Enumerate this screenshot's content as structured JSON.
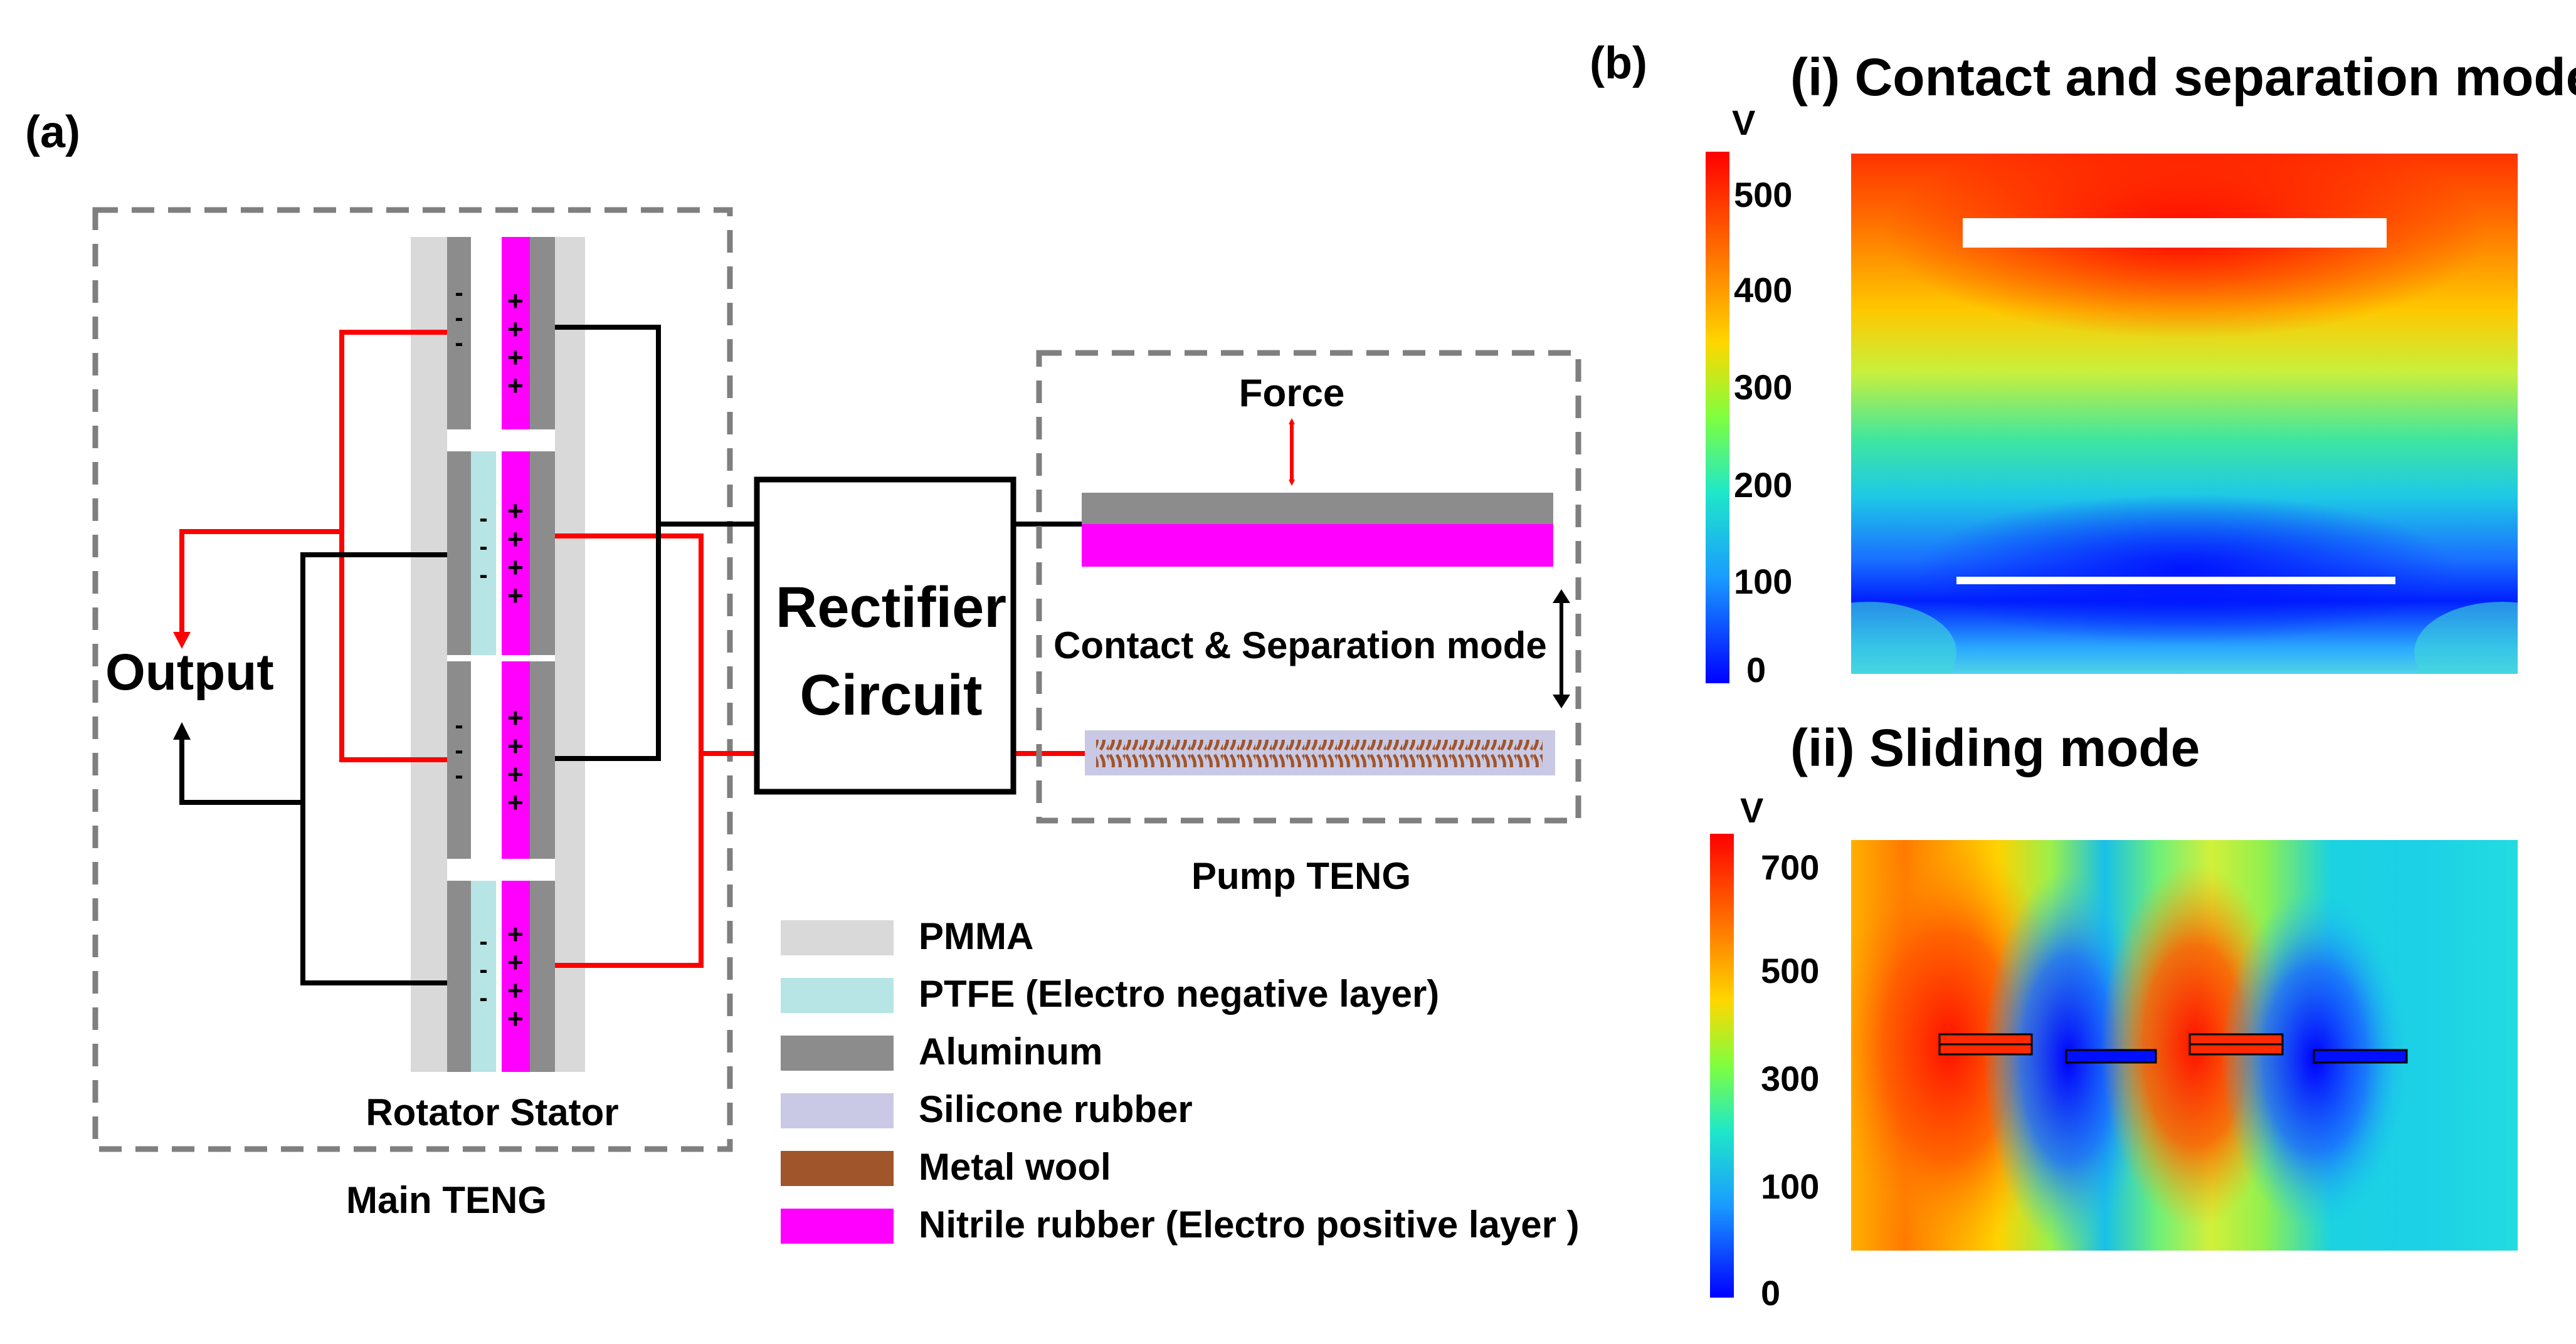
{
  "panel_a": {
    "label": "(a)",
    "main_teng": {
      "caption": "Main TENG",
      "rotator_stator_label": "Rotator Stator",
      "output_label": "Output",
      "minus_sign": "-",
      "plus_sign": "+"
    },
    "rectifier": {
      "line1": "Rectifier",
      "line2": "Circuit"
    },
    "pump_teng": {
      "caption": "Pump TENG",
      "force_label": "Force",
      "mode_label": "Contact & Separation mode"
    },
    "legend": [
      {
        "label": "PMMA",
        "color": "#d9d9d9"
      },
      {
        "label": "PTFE (Electro negative layer)",
        "color": "#b7e4e4"
      },
      {
        "label": "Aluminum",
        "color": "#8c8c8c"
      },
      {
        "label": "Silicone rubber",
        "color": "#c9c9e6"
      },
      {
        "label": "Metal wool",
        "color": "#a0552a"
      },
      {
        "label": "Nitrile rubber (Electro positive layer )",
        "color": "#ff00ff"
      }
    ]
  },
  "panel_b": {
    "label": "(b)",
    "plot1": {
      "title": "(i) Contact and separation mode",
      "unit": "V",
      "ticks": [
        "500",
        "400",
        "300",
        "200",
        "100",
        "0"
      ]
    },
    "plot2": {
      "title": "(ii) Sliding mode",
      "unit": "V",
      "ticks": [
        "700",
        "500",
        "300",
        "100",
        "0"
      ]
    }
  },
  "colors": {
    "wire_red": "#ff0000",
    "wire_black": "#000000",
    "box_dash": "#7f7f7f",
    "pmma": "#d9d9d9",
    "ptfe": "#b7e4e4",
    "aluminum": "#8c8c8c",
    "silicone": "#c9c9e6",
    "metal_wool": "#a0552a",
    "nitrile": "#ff00ff"
  }
}
